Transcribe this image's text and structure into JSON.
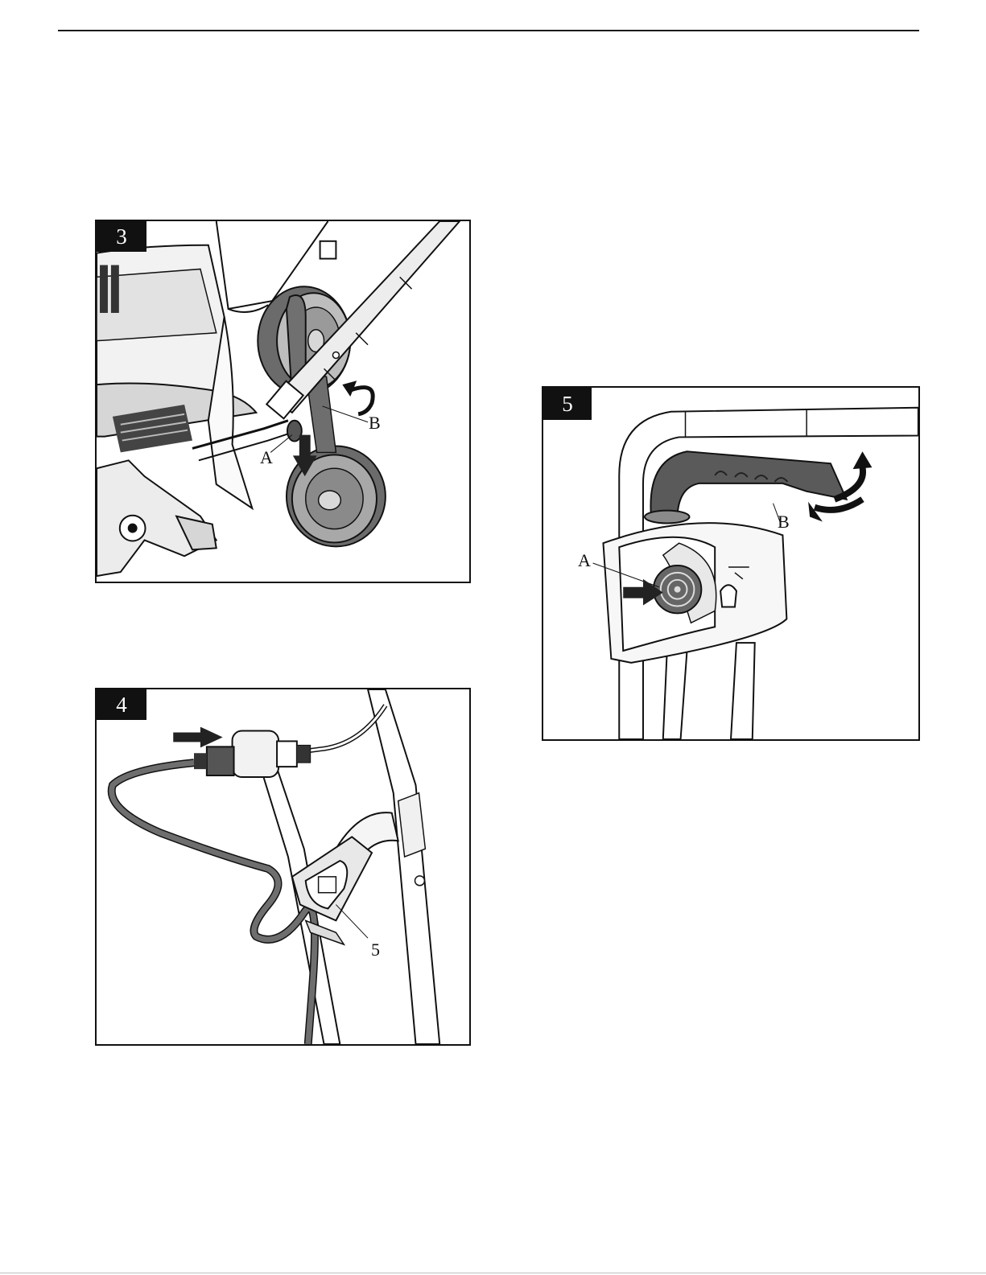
{
  "figures": [
    {
      "number": "3",
      "callouts": {
        "a": "A",
        "b": "B"
      }
    },
    {
      "number": "4",
      "callouts": {
        "item": "5"
      }
    },
    {
      "number": "5",
      "callouts": {
        "a": "A",
        "b": "B"
      }
    }
  ],
  "colors": {
    "line": "#111111",
    "dark_part": "#5a5a5a",
    "mid_part": "#7d7d7d",
    "light_part": "#d9d9d9"
  },
  "icons": [
    "arrow-down-icon",
    "rotate-arrow-icon",
    "push-arrow-icon",
    "plug-icon",
    "switch-button-icon",
    "curved-arrows-icon"
  ]
}
